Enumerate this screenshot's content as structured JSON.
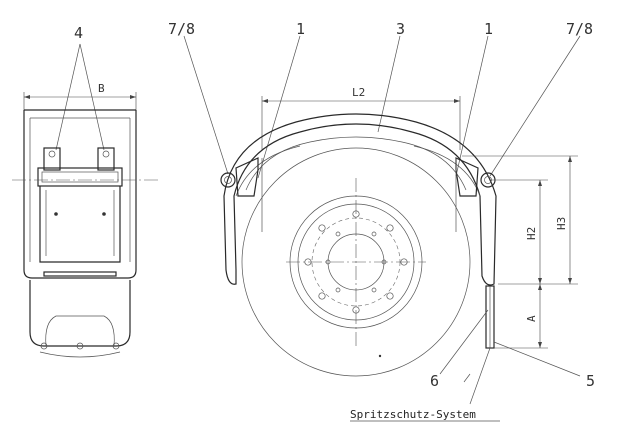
{
  "labels": {
    "item_4": "4",
    "item_7_8_left": "7/8",
    "item_1_left": "1",
    "item_3": "3",
    "item_1_right": "1",
    "item_7_8_right": "7/8",
    "item_6": "6",
    "item_5": "5"
  },
  "dimensions": {
    "B": "B",
    "L2": "L2",
    "H2": "H2",
    "H3": "H3",
    "A": "A"
  },
  "caption": "Spritzschutz-System"
}
